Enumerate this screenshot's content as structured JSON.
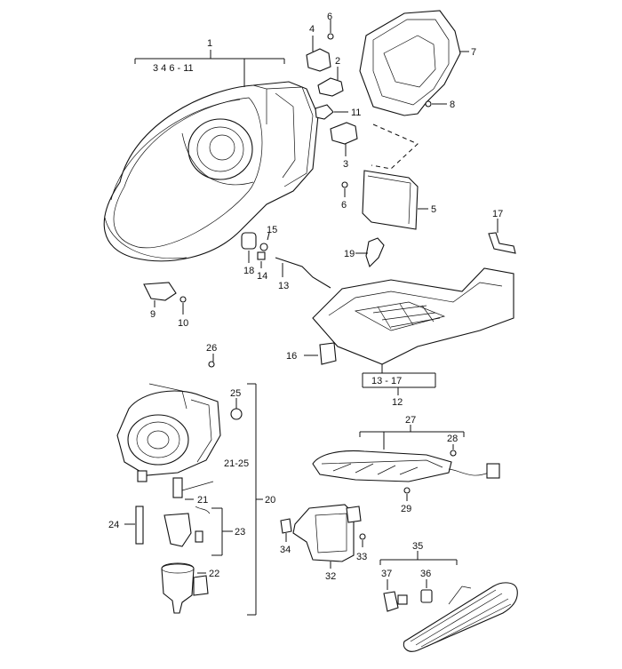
{
  "labels": {
    "l1": "1",
    "l1_sub": "3  4     6 - 11",
    "l2": "2",
    "l3": "3",
    "l4": "4",
    "l5": "5",
    "l6a": "6",
    "l6b": "6",
    "l7": "7",
    "l8": "8",
    "l9": "9",
    "l10": "10",
    "l11": "11",
    "l12": "12",
    "l12_sub": "13 - 17",
    "l13": "13",
    "l14": "14",
    "l15": "15",
    "l16": "16",
    "l17": "17",
    "l18": "18",
    "l19": "19",
    "l20": "20",
    "l21": "21",
    "l21_25": "21-25",
    "l22": "22",
    "l23": "23",
    "l24": "24",
    "l25": "25",
    "l26": "26",
    "l27": "27",
    "l28": "28",
    "l29": "29",
    "l32": "32",
    "l33": "33",
    "l34": "34",
    "l35": "35",
    "l36": "36",
    "l37": "37"
  }
}
